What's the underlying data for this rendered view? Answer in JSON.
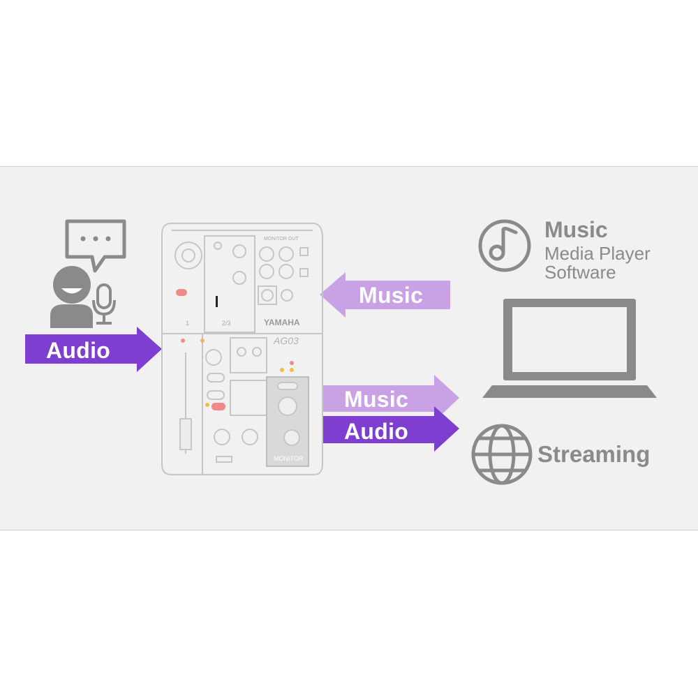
{
  "arrows": {
    "audio_in_label": "Audio",
    "music_in_label": "Music",
    "music_out_label": "Music",
    "audio_out_label": "Audio"
  },
  "software": {
    "title": "Music",
    "line1": "Media Player",
    "line2": "Software"
  },
  "streaming": {
    "label": "Streaming"
  },
  "mixer": {
    "brand": "YAMAHA",
    "model": "AG03",
    "monitor_label": "MONITOR",
    "monitor_out_label": "MONITOR OUT",
    "channel_1": "1",
    "channel_23": "2/3"
  },
  "colors": {
    "audio_purple": "#7e3fd1",
    "music_lavender": "#c9a2e6",
    "icon_gray": "#8a8a8a",
    "panel_bg": "#f1f1f1"
  },
  "icons": [
    "speech-bubble-icon",
    "person-icon",
    "microphone-icon",
    "music-note-icon",
    "laptop-icon",
    "globe-icon"
  ]
}
